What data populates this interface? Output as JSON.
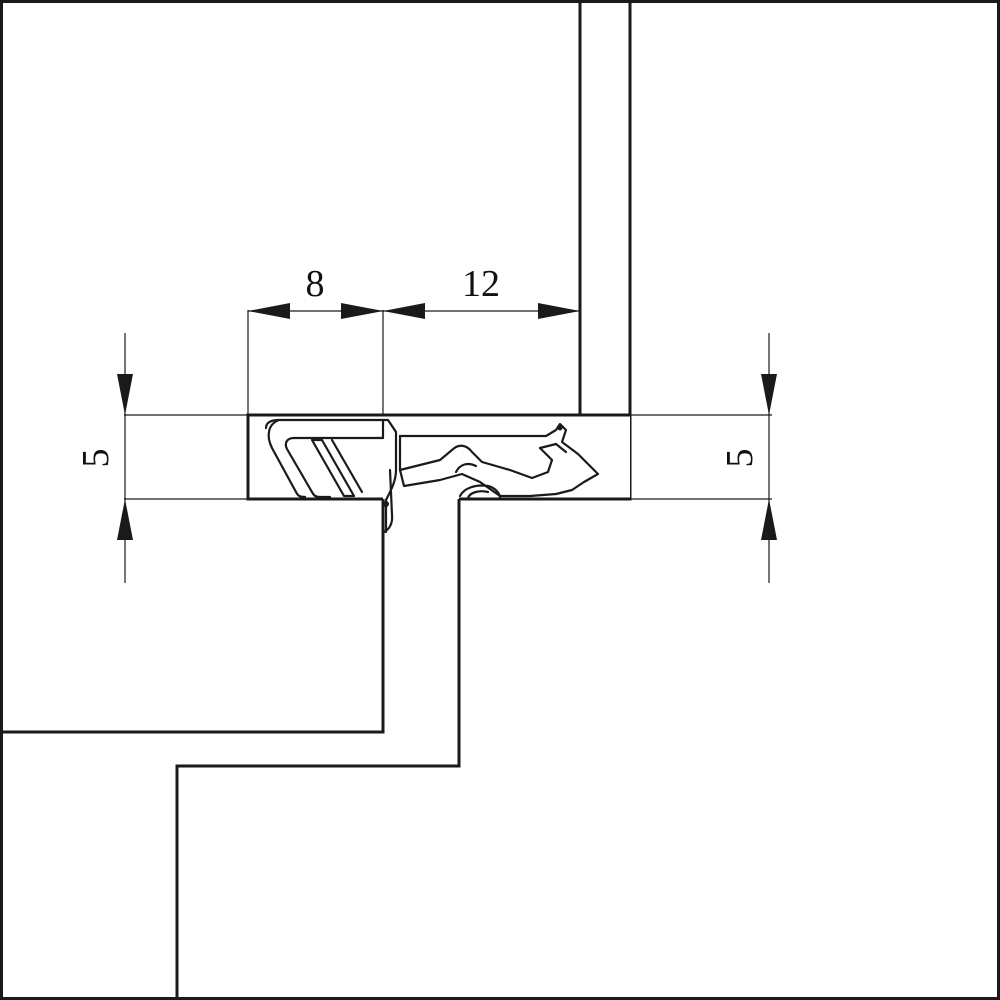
{
  "colors": {
    "frame_light": "#d3d3d3",
    "frame_dark": "#878787",
    "gap": "#ffffff",
    "line": "#1a1a1a"
  },
  "dimensions": {
    "width_left": "8",
    "width_right": "12",
    "height_left": "5",
    "height_right": "5"
  }
}
